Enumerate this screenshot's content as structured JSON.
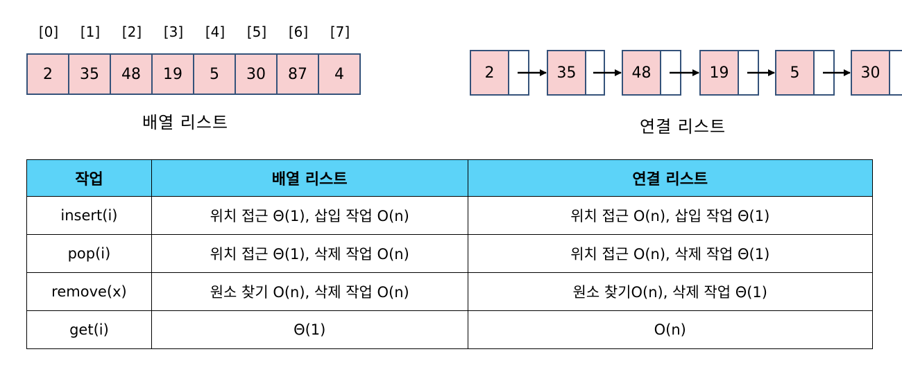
{
  "array_list": {
    "indices": [
      "[0]",
      "[1]",
      "[2]",
      "[3]",
      "[4]",
      "[5]",
      "[6]",
      "[7]"
    ],
    "values": [
      "2",
      "35",
      "48",
      "19",
      "5",
      "30",
      "87",
      "4"
    ],
    "caption": "배열 리스트"
  },
  "linked_list": {
    "nodes": [
      "2",
      "35",
      "48",
      "19",
      "5",
      "30"
    ],
    "caption": "연결 리스트"
  },
  "table": {
    "headers": [
      "작업",
      "배열 리스트",
      "연결 리스트"
    ],
    "rows": [
      [
        "insert(i)",
        "위치 접근 Θ(1), 삽입 작업 O(n)",
        "위치 접근 O(n), 삽입 작업 Θ(1)"
      ],
      [
        "pop(i)",
        "위치 접근 Θ(1), 삭제 작업 O(n)",
        "위치 접근 O(n), 삭제 작업 Θ(1)"
      ],
      [
        "remove(x)",
        "원소 찾기 O(n), 삭제 작업 O(n)",
        "원소 찾기O(n), 삭제 작업 Θ(1)"
      ],
      [
        "get(i)",
        "Θ(1)",
        "O(n)"
      ]
    ]
  },
  "colors": {
    "cell_fill": "#f8d0d1",
    "cell_border": "#34527a",
    "header_fill": "#5cd3f8"
  }
}
